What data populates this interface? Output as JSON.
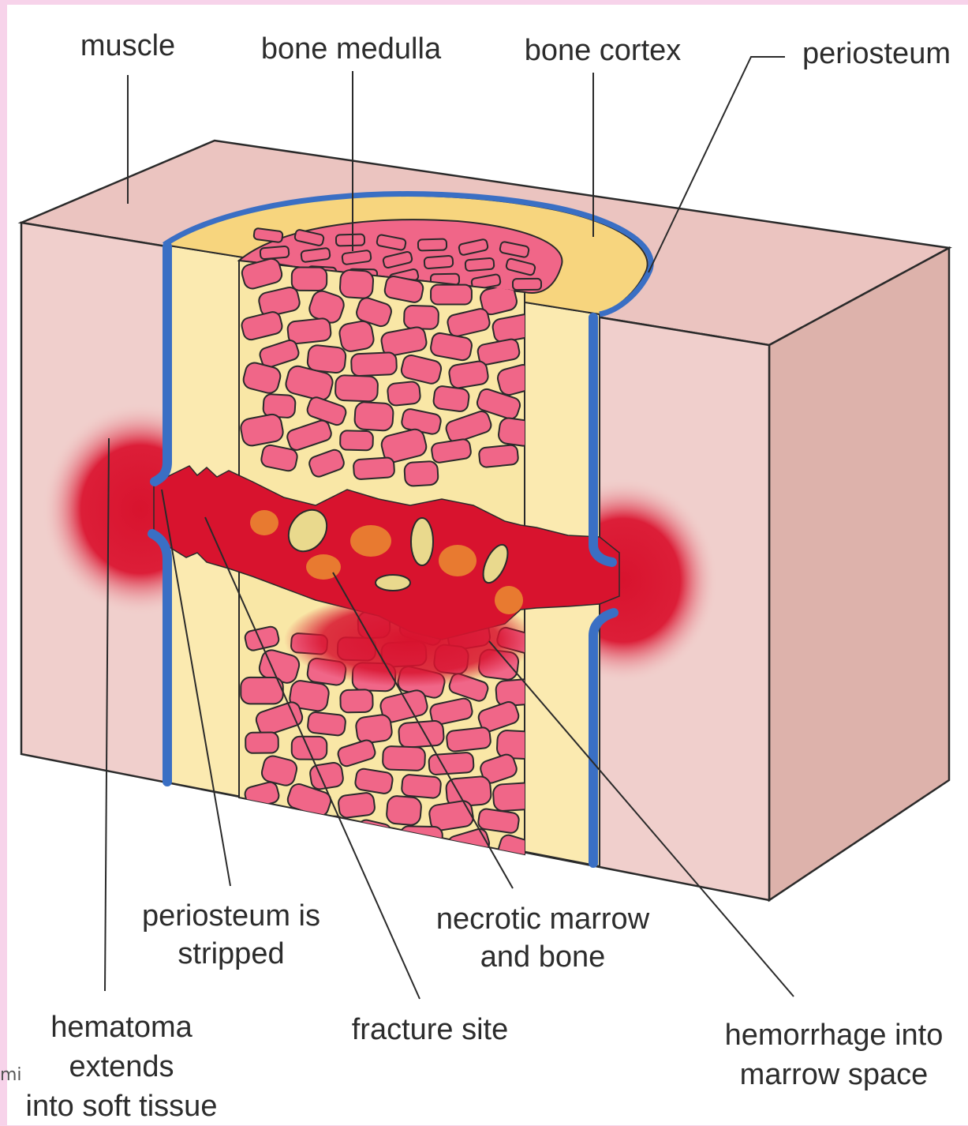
{
  "figure": {
    "labels": {
      "muscle": "muscle",
      "bone_medulla": "bone medulla",
      "bone_cortex": "bone cortex",
      "periosteum": "periosteum",
      "periosteum_stripped": "periosteum is\nstripped",
      "necrotic": "necrotic marrow\nand bone",
      "hematoma": "hematoma\nextends\ninto soft tissue",
      "fracture_site": "fracture site",
      "hemorrhage": "hemorrhage into\nmarrow space"
    },
    "corner_text": "mi"
  },
  "colors": {
    "page_border": "#f7d3ea",
    "muscle_front": "#f0cfcc",
    "muscle_top": "#ebc4c0",
    "muscle_side": "#ddb2ab",
    "cortex": "#fbeab0",
    "cortex_top": "#f7d57e",
    "periosteum": "#3a6fc4",
    "marrow": "#f06688",
    "hematoma": "#d8132e",
    "necrotic": "#e87a30",
    "outline": "#2a2a2a"
  }
}
